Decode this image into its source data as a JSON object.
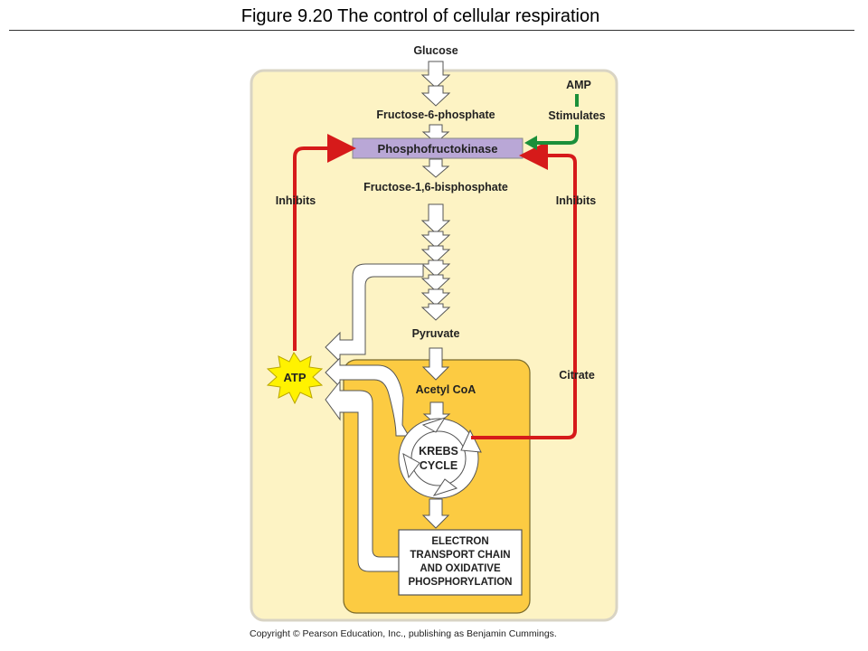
{
  "title": "Figure 9.20  The control of cellular respiration",
  "labels": {
    "glucose": "Glucose",
    "f6p": "Fructose-6-phosphate",
    "pfk": "Phosphofructokinase",
    "f16bp": "Fructose-1,6-bisphosphate",
    "pyruvate": "Pyruvate",
    "acetyl_coa": "Acetyl CoA",
    "amp": "AMP",
    "stimulates": "Stimulates",
    "inhibits_left": "Inhibits",
    "inhibits_right": "Inhibits",
    "citrate": "Citrate",
    "atp": "ATP",
    "krebs_line1": "KREBS",
    "krebs_line2": "CYCLE",
    "etc_line1": "ELECTRON",
    "etc_line2": "TRANSPORT CHAIN",
    "etc_line3": "AND OXIDATIVE",
    "etc_line4": "PHOSPHORYLATION"
  },
  "copyright": "Copyright © Pearson Education, Inc., publishing as Benjamin Cummings.",
  "colors": {
    "cytosol": "#fdf3c4",
    "mitochondrion": "#fccb42",
    "enzyme": "#b9a7d6",
    "inhibit": "#d61a1a",
    "stimulate": "#1a8f3a",
    "atp_star": "#fff200"
  }
}
